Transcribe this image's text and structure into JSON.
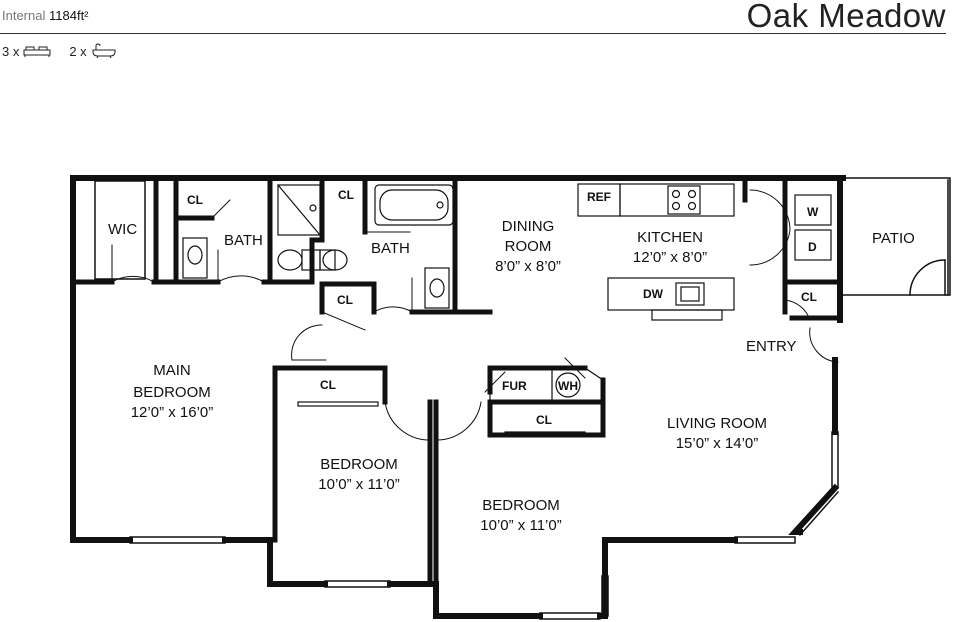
{
  "header": {
    "internal_label": "Internal",
    "internal_area": "1184ft²",
    "title": "Oak Meadow",
    "bed_count": "3 x",
    "bath_count": "2 x",
    "bed_icon": "bed-icon",
    "bath_icon": "bathtub-icon"
  },
  "rooms": {
    "wic": "WIC",
    "bath1": "BATH",
    "bath2": "BATH",
    "cl_bath1": "CL",
    "cl_bath2": "CL",
    "cl_hall": "CL",
    "dining_name": "DINING",
    "dining_name2": "ROOM",
    "dining_size": "8’0” x 8’0”",
    "kitchen_name": "KITCHEN",
    "kitchen_size": "12’0” x 8’0”",
    "ref": "REF",
    "dw": "DW",
    "w": "W",
    "d": "D",
    "patio": "PATIO",
    "cl_entry": "CL",
    "entry": "ENTRY",
    "main_name": "MAIN",
    "main_name2": "BEDROOM",
    "main_size": "12’0” x 16’0”",
    "cl_bed2": "CL",
    "bed2_name": "BEDROOM",
    "bed2_size": "10’0” x 11’0”",
    "fur": "FUR",
    "wh": "WH",
    "cl_bed3": "CL",
    "bed3_name": "BEDROOM",
    "bed3_size": "10’0” x 11’0”",
    "living_name": "LIVING ROOM",
    "living_size": "15’0” x 14’0”"
  }
}
